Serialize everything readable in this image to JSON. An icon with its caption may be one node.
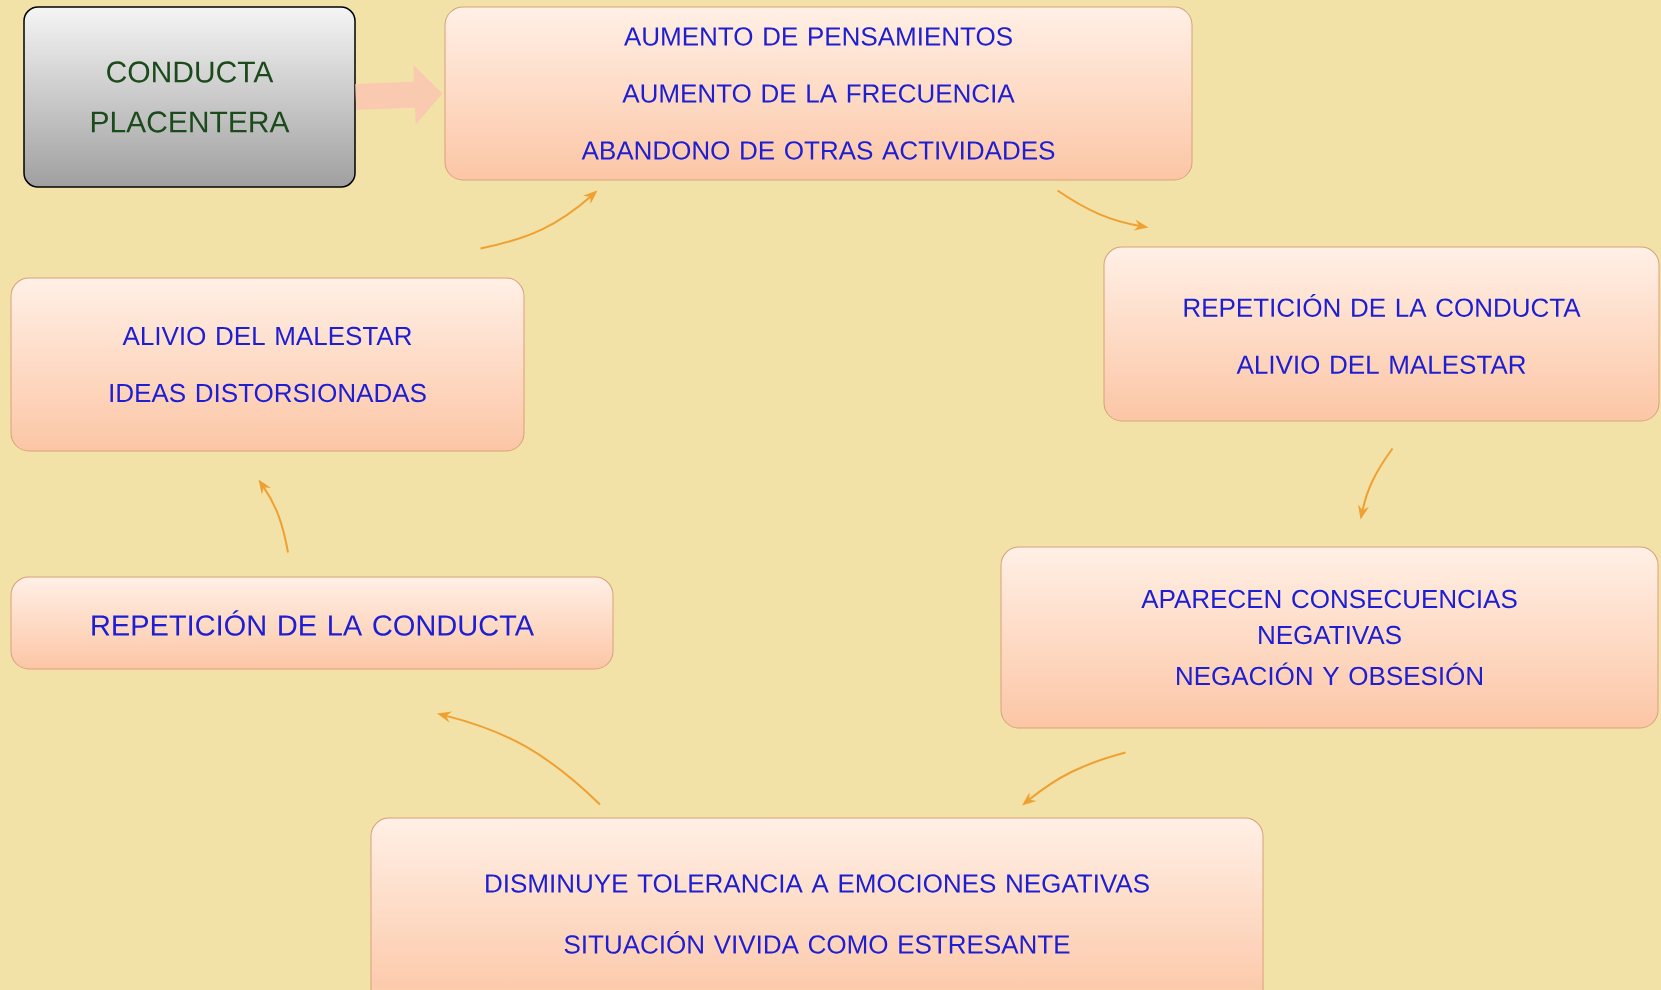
{
  "diagram": {
    "nodes": [
      {
        "text": [
          "CONDUCTA PLACENTERA"
        ]
      },
      {
        "text": [
          "AUMENTO DE PENSAMIENTOS",
          "AUMENTO DE LA FRECUENCIA",
          "ABANDONO DE OTRAS ACTIVIDADES"
        ]
      },
      {
        "text": [
          "REPETICIÓN DE LA CONDUCTA",
          "ALIVIO DEL MALESTAR"
        ]
      },
      {
        "text": [
          "APARECEN CONSECUENCIAS NEGATIVAS",
          "NEGACIÓN Y OBSESIÓN"
        ]
      },
      {
        "text": [
          "DISMINUYE TOLERANCIA A EMOCIONES NEGATIVAS",
          "SITUACIÓN VIVIDA COMO ESTRESANTE"
        ]
      },
      {
        "text": [
          "REPETICIÓN DE LA CONDUCTA"
        ]
      },
      {
        "text": [
          "ALIVIO DEL MALESTAR",
          "IDEAS DISTORSIONADAS"
        ]
      }
    ],
    "edges": [
      {
        "from": 0,
        "to": 1,
        "arrow": "to",
        "style": "thick",
        "color": "#f9c9b0"
      },
      {
        "from": 1,
        "to": 2,
        "arrow": "to"
      },
      {
        "from": 2,
        "to": 3,
        "arrow": "to"
      },
      {
        "from": 3,
        "to": 4,
        "arrow": "to"
      },
      {
        "from": 4,
        "to": 5,
        "arrow": "to"
      },
      {
        "from": 5,
        "to": 6,
        "arrow": "to"
      },
      {
        "from": 6,
        "to": 1,
        "arrow": "to"
      }
    ]
  }
}
